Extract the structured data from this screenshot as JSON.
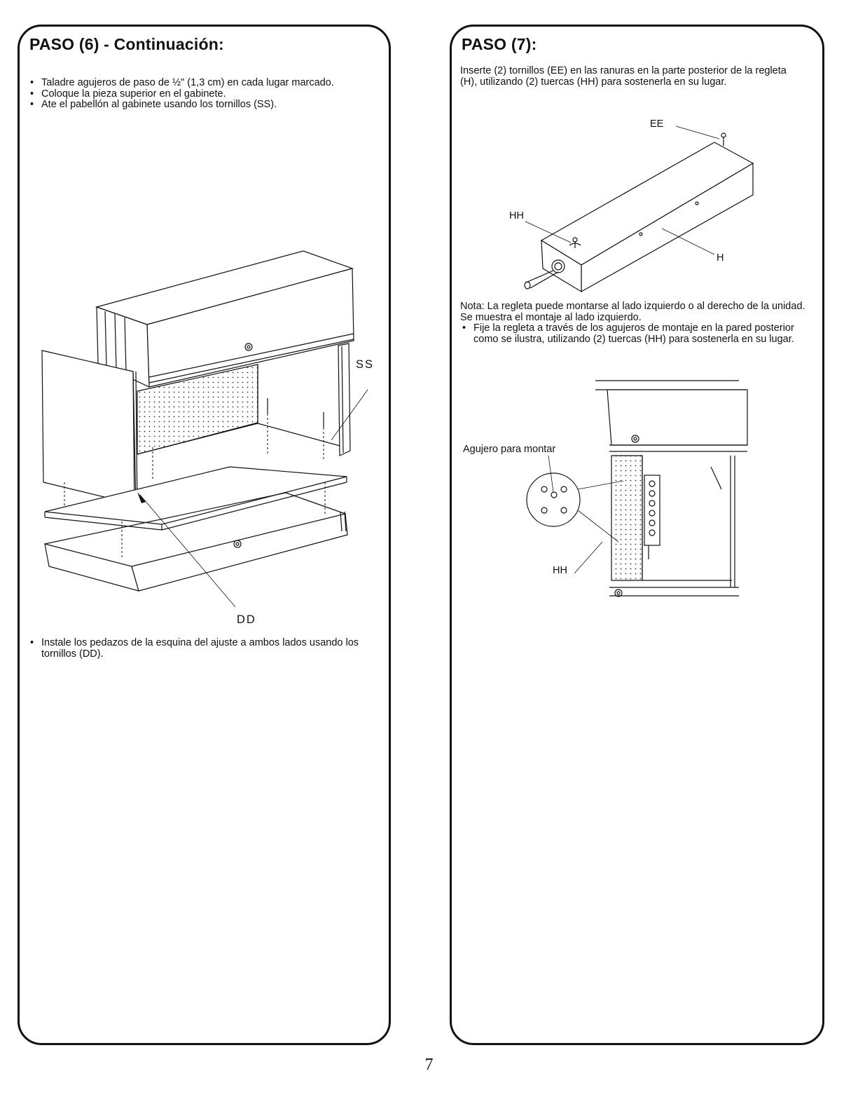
{
  "left": {
    "heading": "PASO (6) - Continuación:",
    "bullets": [
      "Taladre agujeros de paso de ½\" (1,3 cm) en cada lugar marcado.",
      "Coloque la pieza superior en el gabinete.",
      "Ate el pabellón al gabinete usando los tornillos (SS)."
    ],
    "figure_labels": {
      "ss": "SS",
      "dd": "DD"
    },
    "bottom_bullet": "Instale los pedazos de la esquina del ajuste a ambos lados usando los tornillos (DD)."
  },
  "right": {
    "heading": "PASO (7):",
    "intro": "Inserte (2) tornillos (EE) en las ranuras en la parte posterior de la regleta (H), utilizando (2) tuercas (HH) para sostenerla en su lugar.",
    "figure1_labels": {
      "ee": "EE",
      "hh": "HH",
      "h": "H"
    },
    "note": "Nota: La regleta puede montarse al lado izquierdo o al derecho de la unidad. Se muestra el montaje al lado izquierdo.",
    "bullet": "Fije la regleta a través de los agujeros de montaje en la pared posterior como se ilustra, utilizando (2) tuercas (HH) para sostenerla en su lugar.",
    "figure2_labels": {
      "hole": "Agujero para montar",
      "hh": "HH"
    }
  },
  "page_number": "7"
}
